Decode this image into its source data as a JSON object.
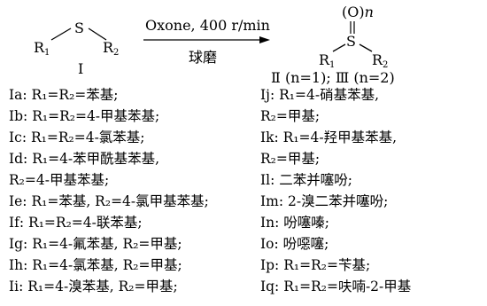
{
  "scheme": {
    "reactant": {
      "r1": "R",
      "r1_sub": "1",
      "s": "S",
      "r2": "R",
      "r2_sub": "2",
      "label": "Ⅰ"
    },
    "conditions_top": "Oxone, 400 r/min",
    "conditions_bottom": "球磨",
    "product": {
      "o": "(O)",
      "n": "n",
      "r1": "R",
      "r1_sub": "1",
      "s": "S",
      "r2": "R",
      "r2_sub": "2",
      "label": "Ⅱ (n=1); Ⅲ (n=2)"
    }
  },
  "entries_left": [
    {
      "id": "Ⅰa",
      "text": "R₁=R₂=苯基;"
    },
    {
      "id": "Ⅰb",
      "text": "R₁=R₂=4-甲基苯基;"
    },
    {
      "id": "Ⅰc",
      "text": "R₁=R₂=4-氯苯基;"
    },
    {
      "id": "Ⅰd",
      "text": "R₁=4-苯甲酰基苯基,"
    },
    {
      "id": "",
      "text": "R₂=4-甲基苯基;"
    },
    {
      "id": "Ⅰe",
      "text": "R₁=苯基, R₂=4-氯甲基苯基;"
    },
    {
      "id": "Ⅰf",
      "text": "R₁=R₂=4-联苯基;"
    },
    {
      "id": "Ⅰg",
      "text": "R₁=4-氟苯基, R₂=甲基;"
    },
    {
      "id": "Ⅰh",
      "text": "R₁=4-氯苯基, R₂=甲基;"
    },
    {
      "id": "Ⅰi",
      "text": "R₁=4-溴苯基, R₂=甲基;"
    }
  ],
  "entries_right": [
    {
      "id": "Ⅰj",
      "text": "R₁=4-硝基苯基,"
    },
    {
      "id": "",
      "text": "R₂=甲基;"
    },
    {
      "id": "Ⅰk",
      "text": "R₁=4-羟甲基苯基,"
    },
    {
      "id": "",
      "text": "R₂=甲基;"
    },
    {
      "id": "Ⅰl",
      "text": "二苯并噻吩;"
    },
    {
      "id": "Ⅰm",
      "text": "2-溴二苯并噻吩;"
    },
    {
      "id": "Ⅰn",
      "text": "吩噻嗪;"
    },
    {
      "id": "Ⅰo",
      "text": "吩噁噻;"
    },
    {
      "id": "Ⅰp",
      "text": "R₁=R₂=苄基;"
    },
    {
      "id": "Ⅰq",
      "text": "R₁=R₂=呋喃-2-甲基"
    }
  ]
}
